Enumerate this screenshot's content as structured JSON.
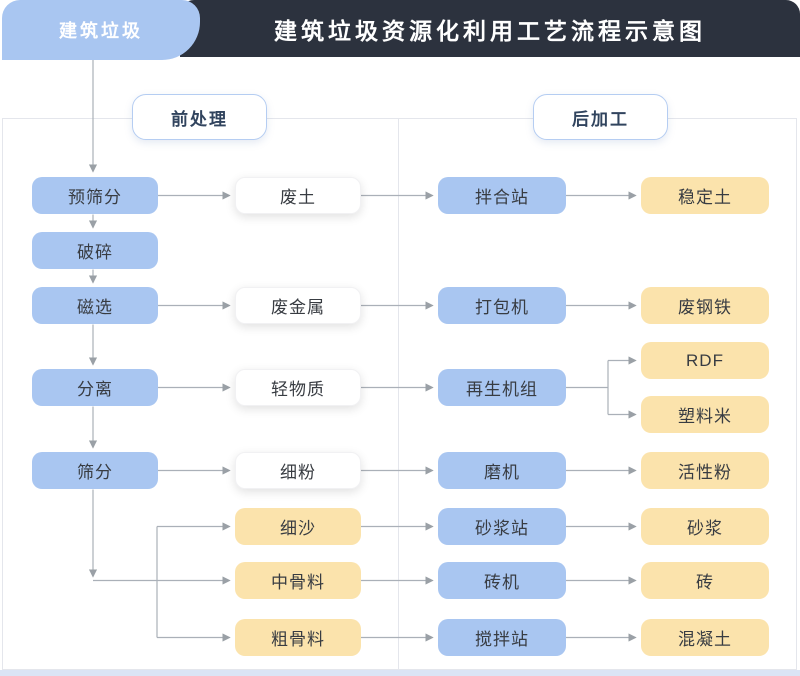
{
  "header": {
    "tab_label": "建筑垃圾",
    "title": "建筑垃圾资源化利用工艺流程示意图"
  },
  "sections": {
    "pre_label": "前处理",
    "post_label": "后加工"
  },
  "nodes": {
    "process": [
      "预筛分",
      "破碎",
      "磁选",
      "分离",
      "筛分"
    ],
    "outputs": [
      "废土",
      "废金属",
      "轻物质",
      "细粉",
      "细沙",
      "中骨料",
      "粗骨料"
    ],
    "machines": [
      "拌合站",
      "打包机",
      "再生机组",
      "磨机",
      "砂浆站",
      "砖机",
      "搅拌站"
    ],
    "products": [
      "稳定土",
      "废钢铁",
      "RDF",
      "塑料米",
      "活性粉",
      "砂浆",
      "砖",
      "混凝土"
    ]
  },
  "colors": {
    "header_bg": "#2c323e",
    "primary_blue": "#a9c6f1",
    "product_yellow": "#fbe3ac",
    "white_node": "#ffffff",
    "section_text": "#31445e",
    "section_border": "#b5cdf2",
    "arrow_gray": "#a9adb4",
    "frame_border": "#e4e6ec",
    "footer_bar": "#dbe4f5"
  }
}
